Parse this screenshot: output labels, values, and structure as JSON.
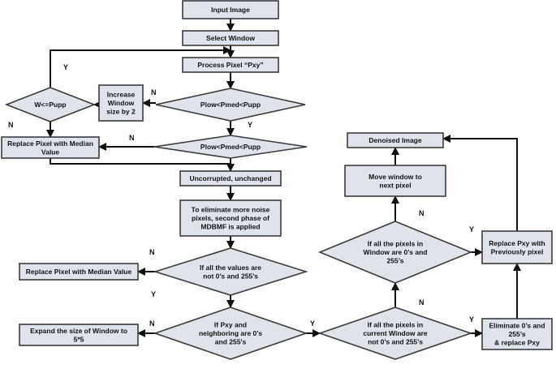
{
  "diagram": {
    "nodes": [
      {
        "id": "input-image",
        "shape": "rect",
        "lines": [
          "Input Image"
        ]
      },
      {
        "id": "select-window",
        "shape": "rect",
        "lines": [
          "Select Window"
        ]
      },
      {
        "id": "process-pixel",
        "shape": "rect",
        "lines": [
          "Process Pixel “Pxy”"
        ]
      },
      {
        "id": "increase-window",
        "shape": "rect",
        "lines": [
          "Increase",
          "Window",
          "size by 2"
        ]
      },
      {
        "id": "w-le-pupp",
        "shape": "diamond",
        "lines": [
          "W<=Pupp"
        ]
      },
      {
        "id": "plow-pmed-pupp-1",
        "shape": "diamond",
        "lines": [
          "Plow<Pmed<Pupp"
        ]
      },
      {
        "id": "plow-pmed-pupp-2",
        "shape": "diamond",
        "lines": [
          "Plow<Pmed<Pupp"
        ]
      },
      {
        "id": "replace-median-1",
        "shape": "rect",
        "lines": [
          "Replace Pixel with Median",
          "Value"
        ]
      },
      {
        "id": "uncorrupted",
        "shape": "rect",
        "lines": [
          "Uncorrupted, unchanged"
        ]
      },
      {
        "id": "second-phase",
        "shape": "rect",
        "lines": [
          "To eliminate more noise",
          "pixels, second phase of",
          "MDBMF is applied"
        ]
      },
      {
        "id": "all-values-not",
        "shape": "diamond",
        "lines": [
          "If all the values are",
          "not 0’s and 255’s"
        ]
      },
      {
        "id": "replace-median-2",
        "shape": "rect",
        "lines": [
          "Replace Pixel with Median Value"
        ]
      },
      {
        "id": "pxy-neighboring",
        "shape": "diamond",
        "lines": [
          "If Pxy and",
          "neighboring are 0’s",
          "and 255’s"
        ]
      },
      {
        "id": "expand-window",
        "shape": "rect",
        "lines": [
          "Expand the size of Window to",
          "5*5"
        ]
      },
      {
        "id": "current-window-not",
        "shape": "diamond",
        "lines": [
          "If all the pixels in",
          "current Window are",
          "not 0’s and 255’s"
        ]
      },
      {
        "id": "window-all",
        "shape": "diamond",
        "lines": [
          "If all the pixels in",
          "Window are 0’s and",
          "255’s"
        ]
      },
      {
        "id": "move-window",
        "shape": "rect",
        "lines": [
          "Move window to",
          "next pixel"
        ]
      },
      {
        "id": "denoised",
        "shape": "rect",
        "lines": [
          "Denoised Image"
        ]
      },
      {
        "id": "eliminate",
        "shape": "rect",
        "lines": [
          "Eliminate 0’s and",
          "255’s",
          "& replace Pxy"
        ]
      },
      {
        "id": "replace-previously",
        "shape": "rect",
        "lines": [
          "Replace Pxy with",
          "Previously pixel"
        ]
      }
    ],
    "edge_labels": [
      "Y",
      "N",
      "N",
      "N",
      "Y",
      "N",
      "Y",
      "N",
      "Y",
      "N",
      "Y",
      "N",
      "Y"
    ]
  }
}
